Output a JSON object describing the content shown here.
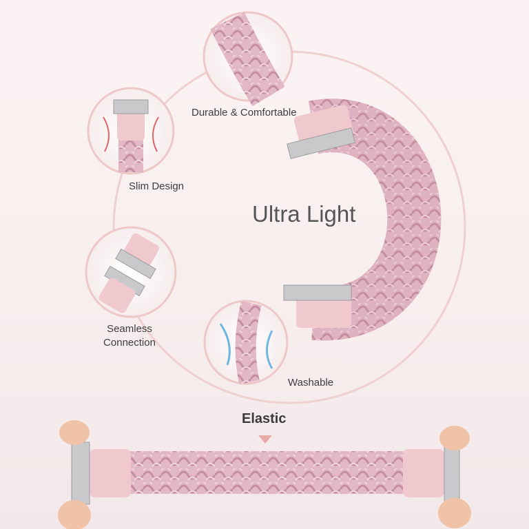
{
  "headline": "Ultra Light",
  "features": [
    {
      "label": "Durable & Comfortable"
    },
    {
      "label": "Slim Design"
    },
    {
      "label": "Seamless Connection"
    },
    {
      "label": "Washable"
    }
  ],
  "elastic_label": "Elastic",
  "colors": {
    "band": "#e3b9c6",
    "band_dark": "#c98fa2",
    "leather": "#f0c9cf",
    "metal": "#c9c9cc",
    "ring": "#efc8c8"
  }
}
